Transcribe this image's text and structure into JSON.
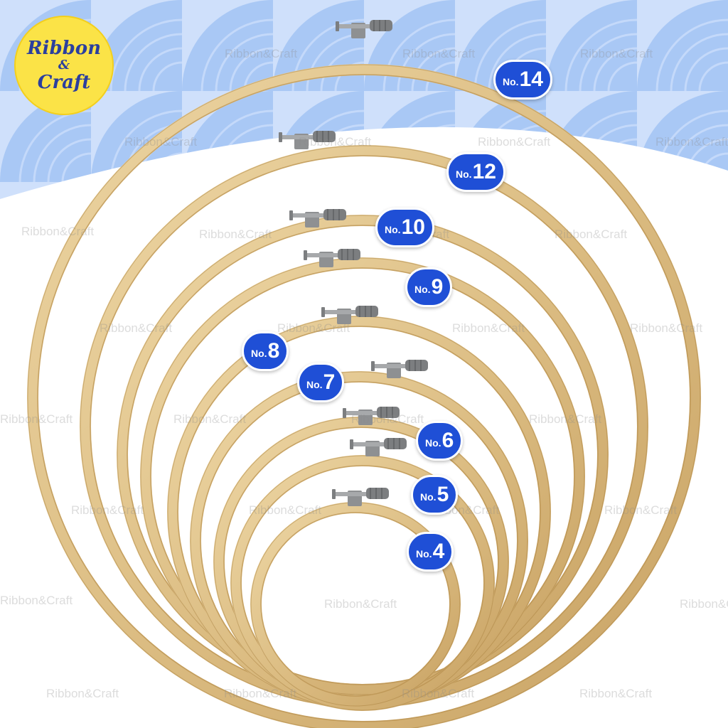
{
  "brand": {
    "logo_line1": "Ribbon",
    "logo_line2": "&",
    "logo_line3": "Craft",
    "watermark": "Ribbon&Craft"
  },
  "colors": {
    "background_top": "#cfe0fb",
    "background_pattern": "#9ec0f3",
    "wood": "#e2c48b",
    "badge": "#1f4fd6",
    "logo": "#fbe347"
  },
  "hoops": [
    {
      "prefix": "No.",
      "number": "14"
    },
    {
      "prefix": "No.",
      "number": "12"
    },
    {
      "prefix": "No.",
      "number": "10"
    },
    {
      "prefix": "No.",
      "number": "9"
    },
    {
      "prefix": "No.",
      "number": "8"
    },
    {
      "prefix": "No.",
      "number": "7"
    },
    {
      "prefix": "No.",
      "number": "6"
    },
    {
      "prefix": "No.",
      "number": "5"
    },
    {
      "prefix": "No.",
      "number": "4"
    }
  ]
}
